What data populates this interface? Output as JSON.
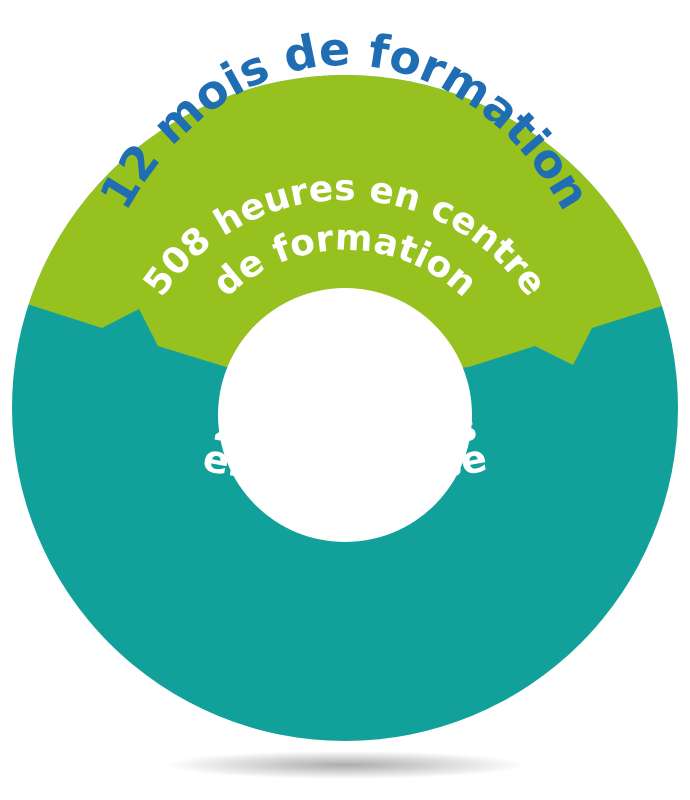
{
  "title": "12 mois de formation",
  "segments": [
    {
      "line1": "508 heures en centre",
      "line2": "de formation"
    },
    {
      "line1": "24 semaines",
      "line2": "en entreprise"
    }
  ],
  "colors": {
    "title": "#1f6db3",
    "top_segment": "#97c11f",
    "bottom_segment": "#12a09b",
    "text": "#ffffff"
  }
}
